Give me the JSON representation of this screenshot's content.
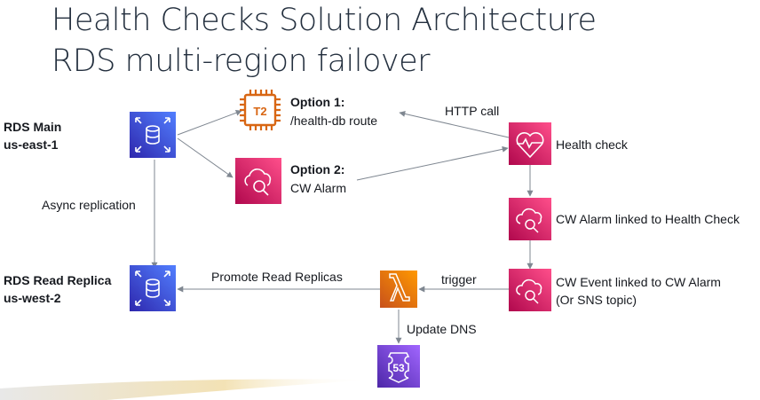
{
  "title": {
    "line1": "Health Checks Solution Architecture",
    "line2": "RDS multi-region failover"
  },
  "nodes": {
    "rds_main": {
      "label_line1": "RDS Main",
      "label_line2": "us-east-1",
      "icon": "rds-database-icon"
    },
    "option1": {
      "label_line1": "Option 1:",
      "label_line2": "/health-db route",
      "icon_text": "T2",
      "icon": "ec2-instance-icon"
    },
    "option2": {
      "label_line1": "Option 2:",
      "label_line2": "CW Alarm",
      "icon": "cloudwatch-alarm-icon"
    },
    "health_check": {
      "label": "Health check",
      "icon": "health-check-icon"
    },
    "cw_alarm": {
      "label": "CW Alarm linked to Health Check",
      "icon": "cloudwatch-alarm-icon"
    },
    "cw_event": {
      "label_line1": "CW Event linked to CW Alarm",
      "label_line2": "(Or SNS topic)",
      "icon": "cloudwatch-event-icon"
    },
    "lambda": {
      "icon": "lambda-icon"
    },
    "route53": {
      "icon_text": "53",
      "icon": "route53-icon"
    },
    "rds_replica": {
      "label_line1": "RDS Read Replica",
      "label_line2": "us-west-2",
      "icon": "rds-database-icon"
    }
  },
  "edges": {
    "http_call": "HTTP call",
    "async_replication": "Async replication",
    "promote": "Promote Read Replicas",
    "trigger": "trigger",
    "update_dns": "Update DNS"
  },
  "colors": {
    "rds": "#3b48cc",
    "ec2": "#d86613",
    "management": "#c7296b",
    "lambda": "#d86613",
    "route53": "#6b3fd1",
    "arrow": "#7f8791"
  }
}
